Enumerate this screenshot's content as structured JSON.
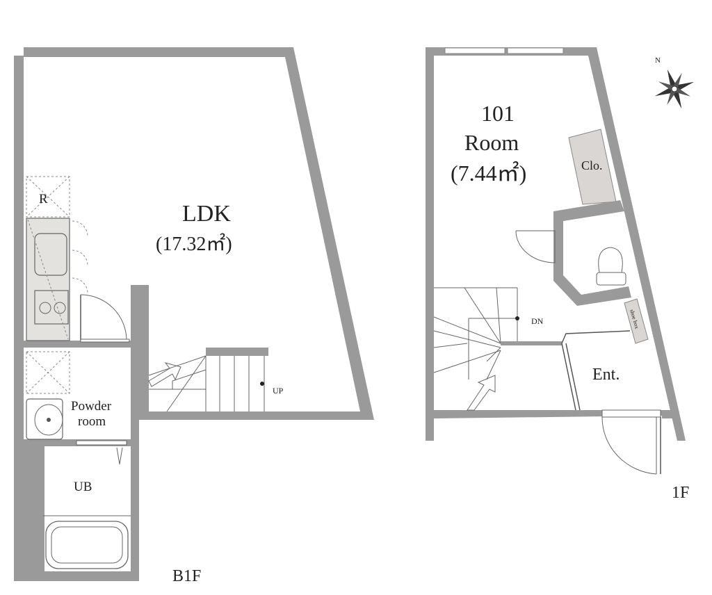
{
  "b1f": {
    "ldk_name": "LDK",
    "ldk_area": "(17.32㎡)",
    "refrigerator": "R",
    "powder_room_line1": "Powder",
    "powder_room_line2": "room",
    "unit_bath": "UB",
    "stair_up": "UP",
    "floor_label": "B1F"
  },
  "f1": {
    "room_number": "101",
    "room_name": "Room",
    "room_area": "(7.44㎡)",
    "closet": "Clo.",
    "shoe_box": "shoe box",
    "stair_down": "DN",
    "entrance": "Ent.",
    "floor_label": "1F"
  },
  "compass": {
    "north": "N"
  }
}
